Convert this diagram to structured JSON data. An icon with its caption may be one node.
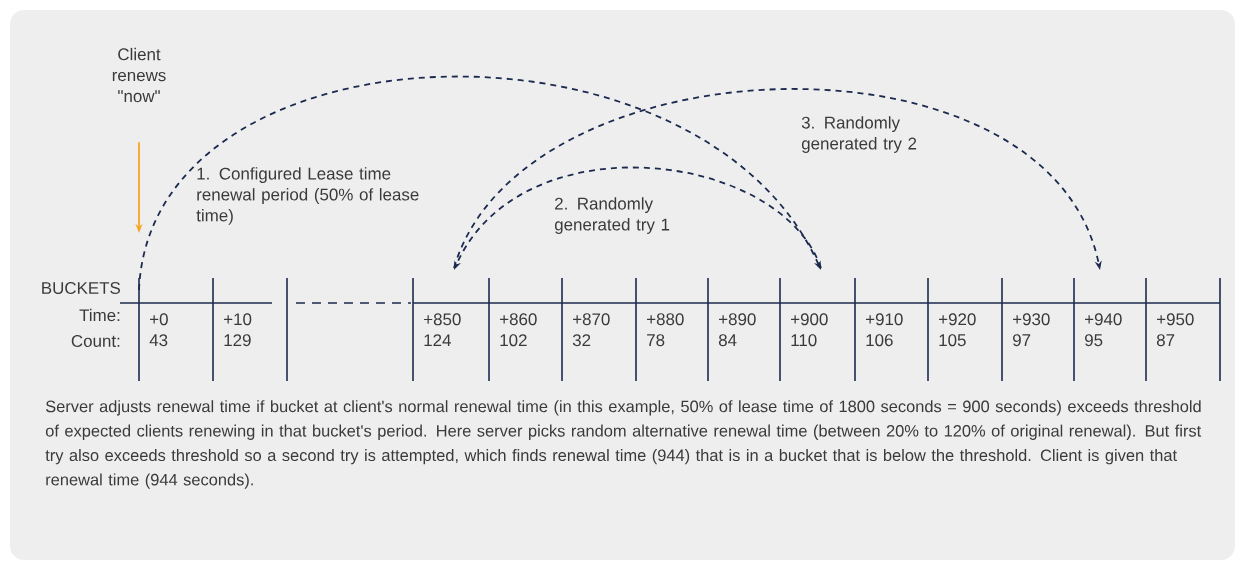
{
  "diagram": {
    "caption": "Server adjusts renewal time if bucket at client's normal renewal time (in this example, 50% of lease time of 1800 seconds = 900 seconds) exceeds threshold of expected clients renewing in that bucket's period. Here server picks random alternative renewal time (between 20% to 120% of original renewal). But first try also exceeds threshold so a second try is attempted, which finds renewal time (944) that is in a bucket that is below the threshold. Client is given that renewal time (944 seconds).",
    "nodes": [
      {
        "text": [
          "Client renews \"now\""
        ]
      },
      {
        "text": [
          "+0",
          "43"
        ]
      },
      {
        "text": [
          "+10",
          "129"
        ]
      },
      {
        "text": [
          "+850",
          "124"
        ]
      },
      {
        "text": [
          "+860",
          "102"
        ]
      },
      {
        "text": [
          "+870",
          "32"
        ]
      },
      {
        "text": [
          "+880",
          "78"
        ]
      },
      {
        "text": [
          "+890",
          "84"
        ]
      },
      {
        "text": [
          "+900",
          "110"
        ]
      },
      {
        "text": [
          "+910",
          "106"
        ]
      },
      {
        "text": [
          "+920",
          "105"
        ]
      },
      {
        "text": [
          "+930",
          "97"
        ]
      },
      {
        "text": [
          "+940",
          "95"
        ]
      },
      {
        "text": [
          "+950",
          "87"
        ]
      }
    ],
    "edges": [
      {
        "from": 0,
        "to": 1,
        "arrow": "to",
        "color": "#f5a623"
      },
      {
        "from": 1,
        "to": 8,
        "arrow": "to",
        "style": "dashed",
        "label": "1. Configured Lease time renewal period (50% of lease time)"
      },
      {
        "from": 8,
        "to": 3,
        "arrow": "to",
        "style": "dashed",
        "label": "2. Randomly generated try 1"
      },
      {
        "from": 3,
        "to": 12,
        "arrow": "to",
        "style": "dashed",
        "label": "3. Randomly generated try 2"
      }
    ],
    "labels": [
      "BUCKETS",
      "Time:",
      "Count:"
    ]
  }
}
